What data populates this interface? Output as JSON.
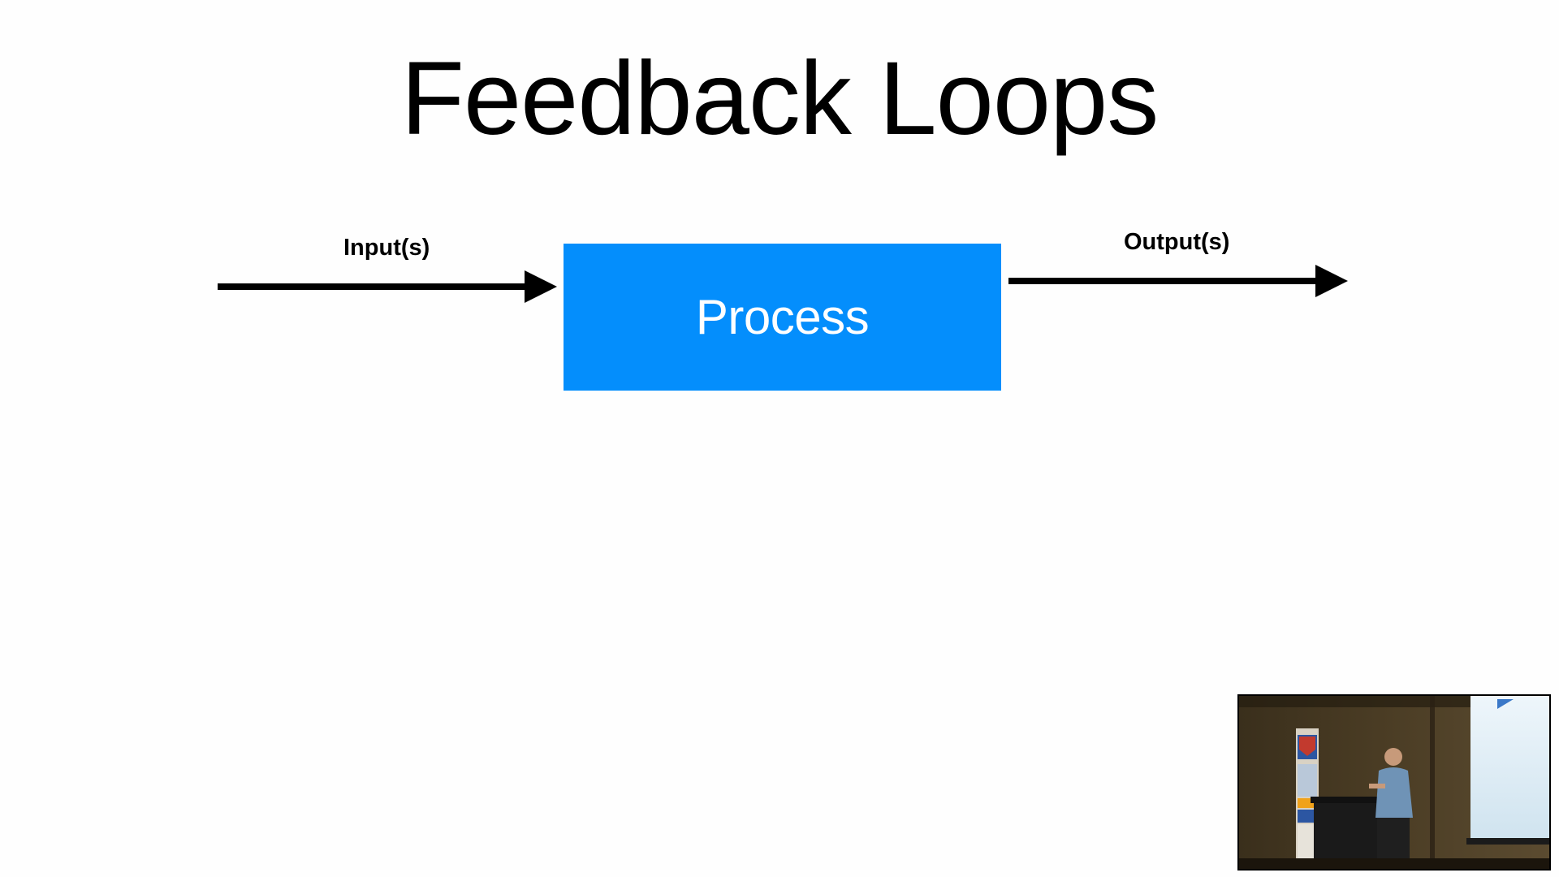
{
  "slide": {
    "title": "Feedback Loops"
  },
  "diagram": {
    "input_label": "Input(s)",
    "output_label": "Output(s)",
    "process_label": "Process",
    "process_color": "#048efc",
    "arrow_color": "#000000"
  },
  "video_inset": {
    "description_icon": "presenter-video-feed"
  }
}
